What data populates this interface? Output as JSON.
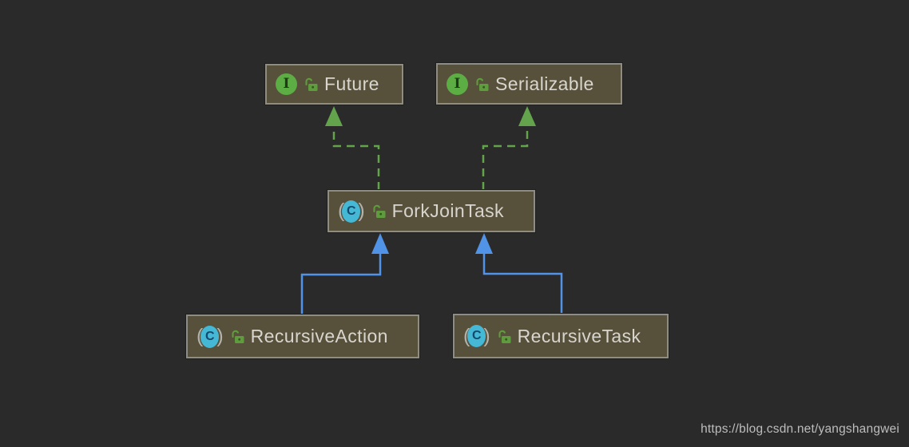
{
  "diagram": {
    "nodes": [
      {
        "id": "future",
        "label": "Future",
        "kind": "interface"
      },
      {
        "id": "serializable",
        "label": "Serializable",
        "kind": "interface"
      },
      {
        "id": "forkjointask",
        "label": "ForkJoinTask",
        "kind": "class"
      },
      {
        "id": "recursiveaction",
        "label": "RecursiveAction",
        "kind": "class"
      },
      {
        "id": "recursivetask",
        "label": "RecursiveTask",
        "kind": "class"
      }
    ],
    "edges": [
      {
        "from": "ForkJoinTask",
        "to": "Future",
        "type": "implements",
        "style": "green-dashed"
      },
      {
        "from": "ForkJoinTask",
        "to": "Serializable",
        "type": "implements",
        "style": "green-dashed"
      },
      {
        "from": "RecursiveAction",
        "to": "ForkJoinTask",
        "type": "extends",
        "style": "blue-solid"
      },
      {
        "from": "RecursiveTask",
        "to": "ForkJoinTask",
        "type": "extends",
        "style": "blue-solid"
      }
    ]
  },
  "icons": {
    "interface_letter": "I",
    "class_letter": "C",
    "paren_open": "(",
    "paren_close": ")",
    "lock": "unlocked-padlock"
  },
  "colors": {
    "background": "#2a2a2b",
    "node_fill": "#57513b",
    "node_border": "#8d8d85",
    "node_text": "#d8d5ce",
    "implements_edge_green": "#63a34c",
    "extends_edge_blue": "#5193e6",
    "interface_icon_green": "#5cad44",
    "class_icon_cyan": "#45b8d5",
    "lock_icon_green": "#5f9c3e"
  },
  "watermark": "https://blog.csdn.net/yangshangwei"
}
